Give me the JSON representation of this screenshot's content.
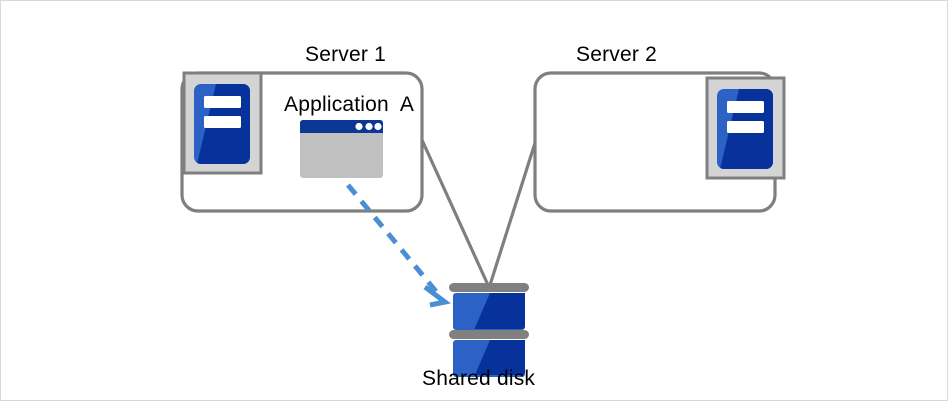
{
  "diagram": {
    "title_hidden": "",
    "nodes": {
      "server1": {
        "label": "Server 1",
        "icon_name": "server-icon",
        "box_color": "#7f7f7f",
        "icon_frame_color": "#d4d4d4",
        "icon_blue_light": "#2c62c6",
        "icon_blue_dark": "#07329b"
      },
      "server2": {
        "label": "Server 2",
        "icon_name": "server-icon",
        "box_color": "#7f7f7f",
        "icon_frame_color": "#d4d4d4",
        "icon_blue_light": "#2c62c6",
        "icon_blue_dark": "#07329b"
      },
      "application_a": {
        "label": "Application  A",
        "icon_name": "application-window-icon",
        "titlebar_color": "#0b3894",
        "body_color": "#c0c0c0",
        "dot_count": 3,
        "dot_color": "#ffffff"
      },
      "shared_disk": {
        "label": "Shared disk",
        "icon_name": "disk-stack-icon",
        "platter_count": 2,
        "bar_color": "#808080",
        "blue_light": "#2c62c6",
        "blue_dark": "#07329b"
      }
    },
    "connectors": [
      {
        "name": "server1-to-disk",
        "from": "server1",
        "to": "shared_disk",
        "style": "solid",
        "color": "#7f7f7f",
        "arrow": false
      },
      {
        "name": "server2-to-disk",
        "from": "server2",
        "to": "shared_disk",
        "style": "solid",
        "color": "#7f7f7f",
        "arrow": false
      },
      {
        "name": "application-a-to-disk",
        "from": "application_a",
        "to": "shared_disk",
        "style": "dashed",
        "color": "#4a8fd4",
        "arrow": true
      }
    ],
    "colors": {
      "background": "#ffffff",
      "outer_border": "#d9d9d9",
      "box_stroke": "#7f7f7f",
      "text": "#000000",
      "accent_blue": "#4a8fd4"
    }
  }
}
